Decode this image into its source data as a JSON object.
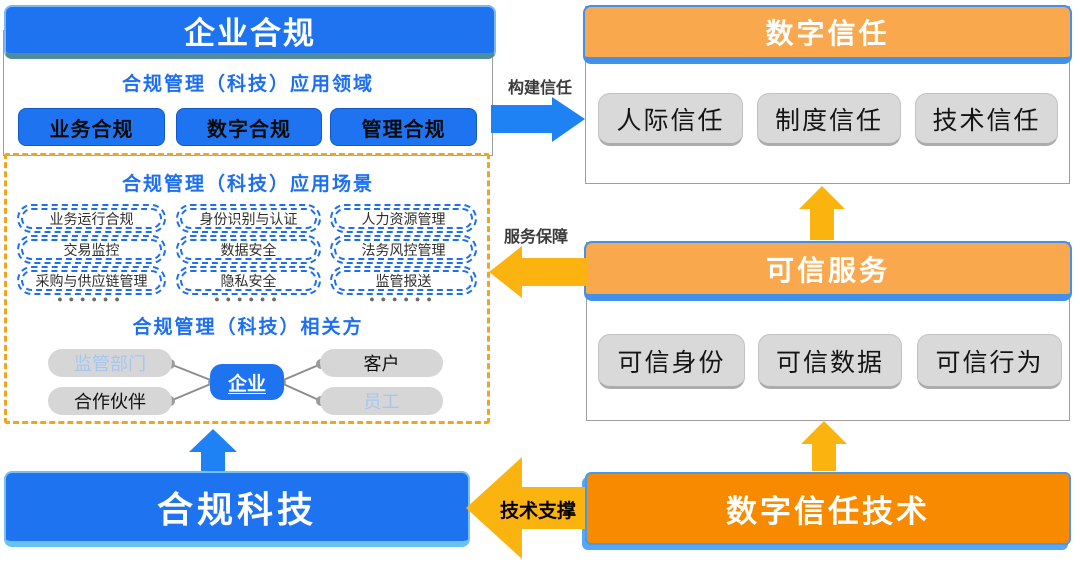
{
  "left": {
    "title": "企业合规",
    "domains_header": "合规管理（科技）应用领域",
    "domains": [
      "业务合规",
      "数字合规",
      "管理合规"
    ],
    "scenarios_header": "合规管理（科技）应用场景",
    "scenarios": [
      [
        "业务运行合规",
        "身份识别与认证",
        "人力资源管理"
      ],
      [
        "交易监控",
        "数据安全",
        "法务风控管理"
      ],
      [
        "采购与供应链管理",
        "隐私安全",
        "监管报送"
      ]
    ],
    "dots": "●●●●●●",
    "stakeholders_header": "合规管理（科技）相关方",
    "stakeholders": {
      "left_top": "监管部门",
      "left_bottom": "合作伙伴",
      "right_top": "客户",
      "right_bottom": "员工",
      "center": "企业"
    },
    "tech": "合规科技"
  },
  "right": {
    "trust_title": "数字信任",
    "trust_items": [
      "人际信任",
      "制度信任",
      "技术信任"
    ],
    "service_title": "可信服务",
    "service_items": [
      "可信身份",
      "可信数据",
      "可信行为"
    ],
    "tech": "数字信任技术"
  },
  "arrows": {
    "build_trust": "构建信任",
    "service_guarantee": "服务保障",
    "tech_support": "技术支撑"
  },
  "colors": {
    "blue": "#1E74F0",
    "orange_header": "#F9A84D",
    "orange_deep": "#F88A00",
    "yellow_arrow": "#FBB30F",
    "dashed_border": "#F2A51C"
  }
}
